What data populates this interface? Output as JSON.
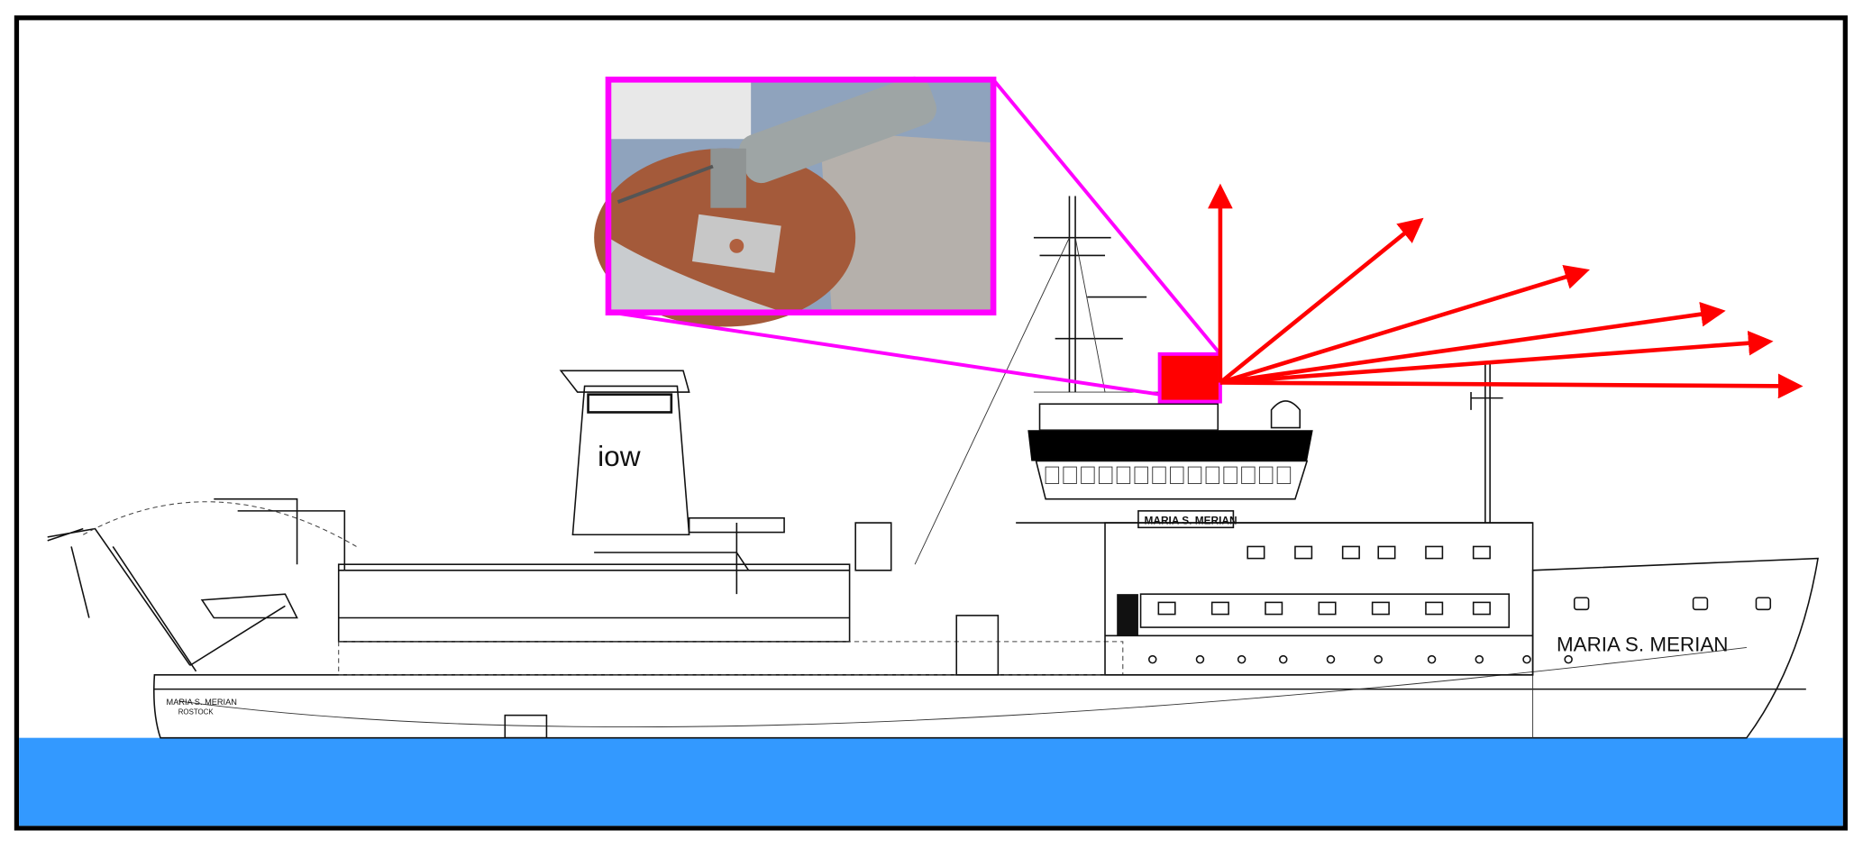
{
  "diagram": {
    "ship": {
      "funnel_logo": "iow",
      "hull_name": "MARIA S. MERIAN",
      "bridge_sign": "MARIA S. MERIAN",
      "stern_name": "MARIA S. MERIAN",
      "stern_port": "ROSTOCK"
    },
    "colors": {
      "water": "#3399ff",
      "arrows": "#ff0000",
      "sensor": "#ff0000",
      "inset_frame": "#ff00ff",
      "frame": "#000000"
    },
    "inset_photo": {
      "subject": "sensor-closeup-photo"
    },
    "arrow_count": 6
  }
}
